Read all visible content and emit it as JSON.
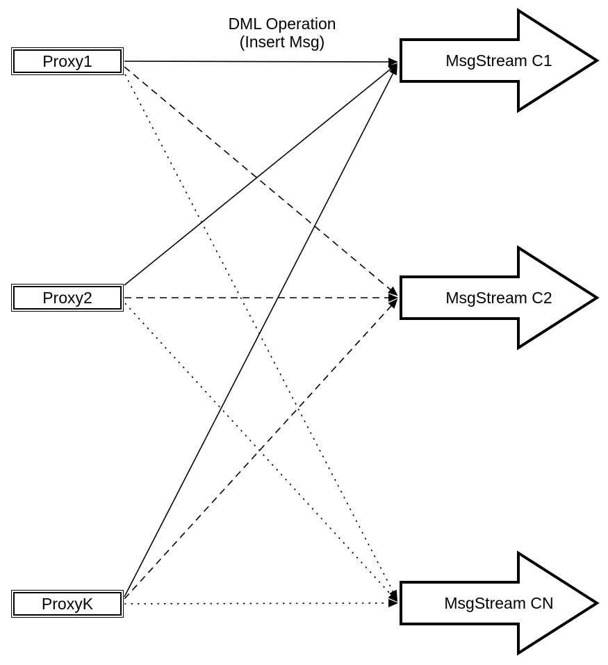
{
  "diagram": {
    "title": {
      "line1": "DML Operation",
      "line2": "(Insert Msg)"
    },
    "proxies": [
      {
        "id": "proxy1",
        "label": "Proxy1"
      },
      {
        "id": "proxy2",
        "label": "Proxy2"
      },
      {
        "id": "proxyk",
        "label": "ProxyK"
      }
    ],
    "streams": [
      {
        "id": "c1",
        "label": "MsgStream C1"
      },
      {
        "id": "c2",
        "label": "MsgStream C2"
      },
      {
        "id": "cn",
        "label": "MsgStream CN"
      }
    ],
    "edges": [
      {
        "from": "proxy1",
        "to": "c1",
        "style": "solid"
      },
      {
        "from": "proxy1",
        "to": "c2",
        "style": "dashed"
      },
      {
        "from": "proxy1",
        "to": "cn",
        "style": "dotted"
      },
      {
        "from": "proxy2",
        "to": "c1",
        "style": "solid"
      },
      {
        "from": "proxy2",
        "to": "c2",
        "style": "dashed"
      },
      {
        "from": "proxy2",
        "to": "cn",
        "style": "dotted"
      },
      {
        "from": "proxyk",
        "to": "c1",
        "style": "solid"
      },
      {
        "from": "proxyk",
        "to": "c2",
        "style": "dashed"
      },
      {
        "from": "proxyk",
        "to": "cn",
        "style": "dotted"
      }
    ],
    "colors": {
      "line": "#000000",
      "background": "#ffffff",
      "shape_fill": "#ffffff"
    }
  }
}
